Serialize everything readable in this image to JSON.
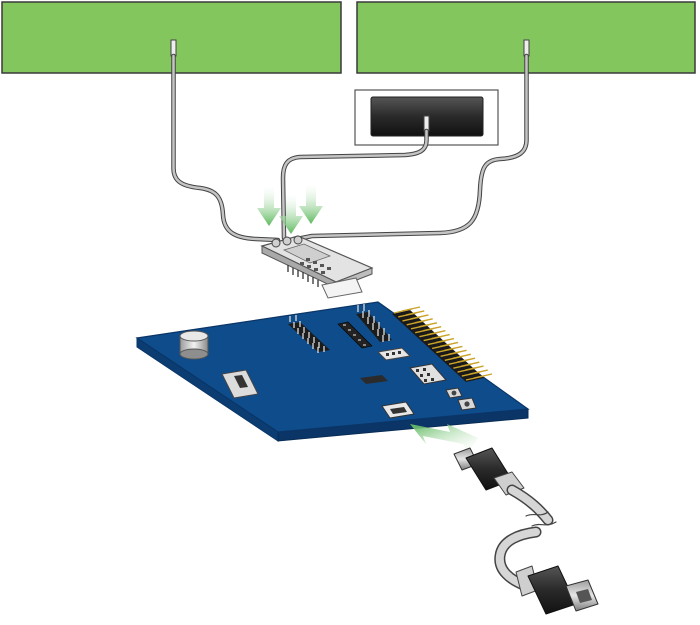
{
  "figure": {
    "kind": "hardware-assembly-illustration",
    "colors": {
      "antenna": "#84c65e",
      "antenna_border": "#3a3a3a",
      "board": "#0f4c8c",
      "board_edge": "#0a3566",
      "board_side": "#0b3d73",
      "module": "#d9d9d9",
      "module_edge": "#555555",
      "cable": "#bdbdbd",
      "cable_edge": "#444444",
      "arrow": "#7fc86a",
      "connector_dark": "#3c3c3c",
      "header_pin": "#c9a227",
      "panel_dark": "#2b2b2b"
    },
    "parts": {
      "left_antenna": {
        "icon": "antenna-panel"
      },
      "right_antenna": {
        "icon": "antenna-panel"
      },
      "small_antenna": {
        "icon": "chip-antenna"
      },
      "rf_module": {
        "icon": "rf-module"
      },
      "carrier_board": {
        "icon": "pcb-board"
      },
      "usb_c_cable": {
        "icon": "usb-c-cable"
      },
      "install_arrows": {
        "icon": "down-arrow",
        "count": 3
      },
      "plug_arrow": {
        "icon": "insert-arrow"
      }
    }
  }
}
